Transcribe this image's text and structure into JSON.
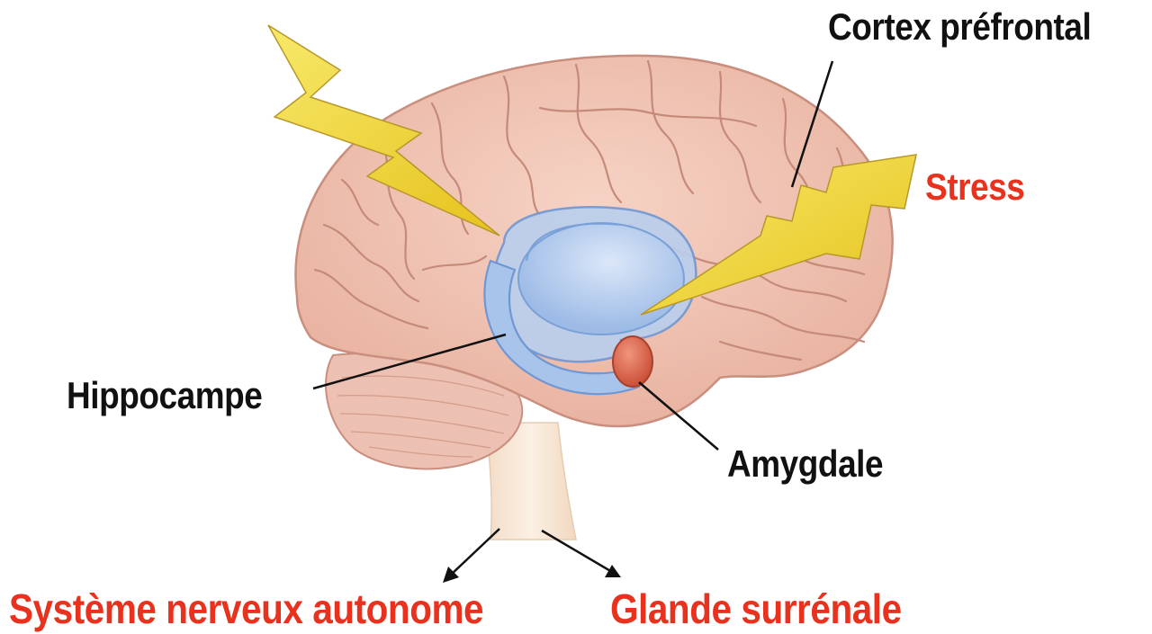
{
  "labels": {
    "cortex": "Cortex préfrontal",
    "stress": "Stress",
    "hippocampus": "Hippocampe",
    "amygdala": "Amygdale",
    "ans": "Système nerveux autonome",
    "adrenal": "Glande surrénale"
  },
  "colors": {
    "label_black": "#111111",
    "label_red": "#e8321e",
    "brain_fill": "#f2c4b4",
    "brain_outline": "#c98e7e",
    "hippocampus_fill": "#a9c4ea",
    "amygdala_fill": "#d9624a",
    "lightning_fill": "#f2dc3a",
    "brainstem_fill": "#f7e6d4"
  }
}
